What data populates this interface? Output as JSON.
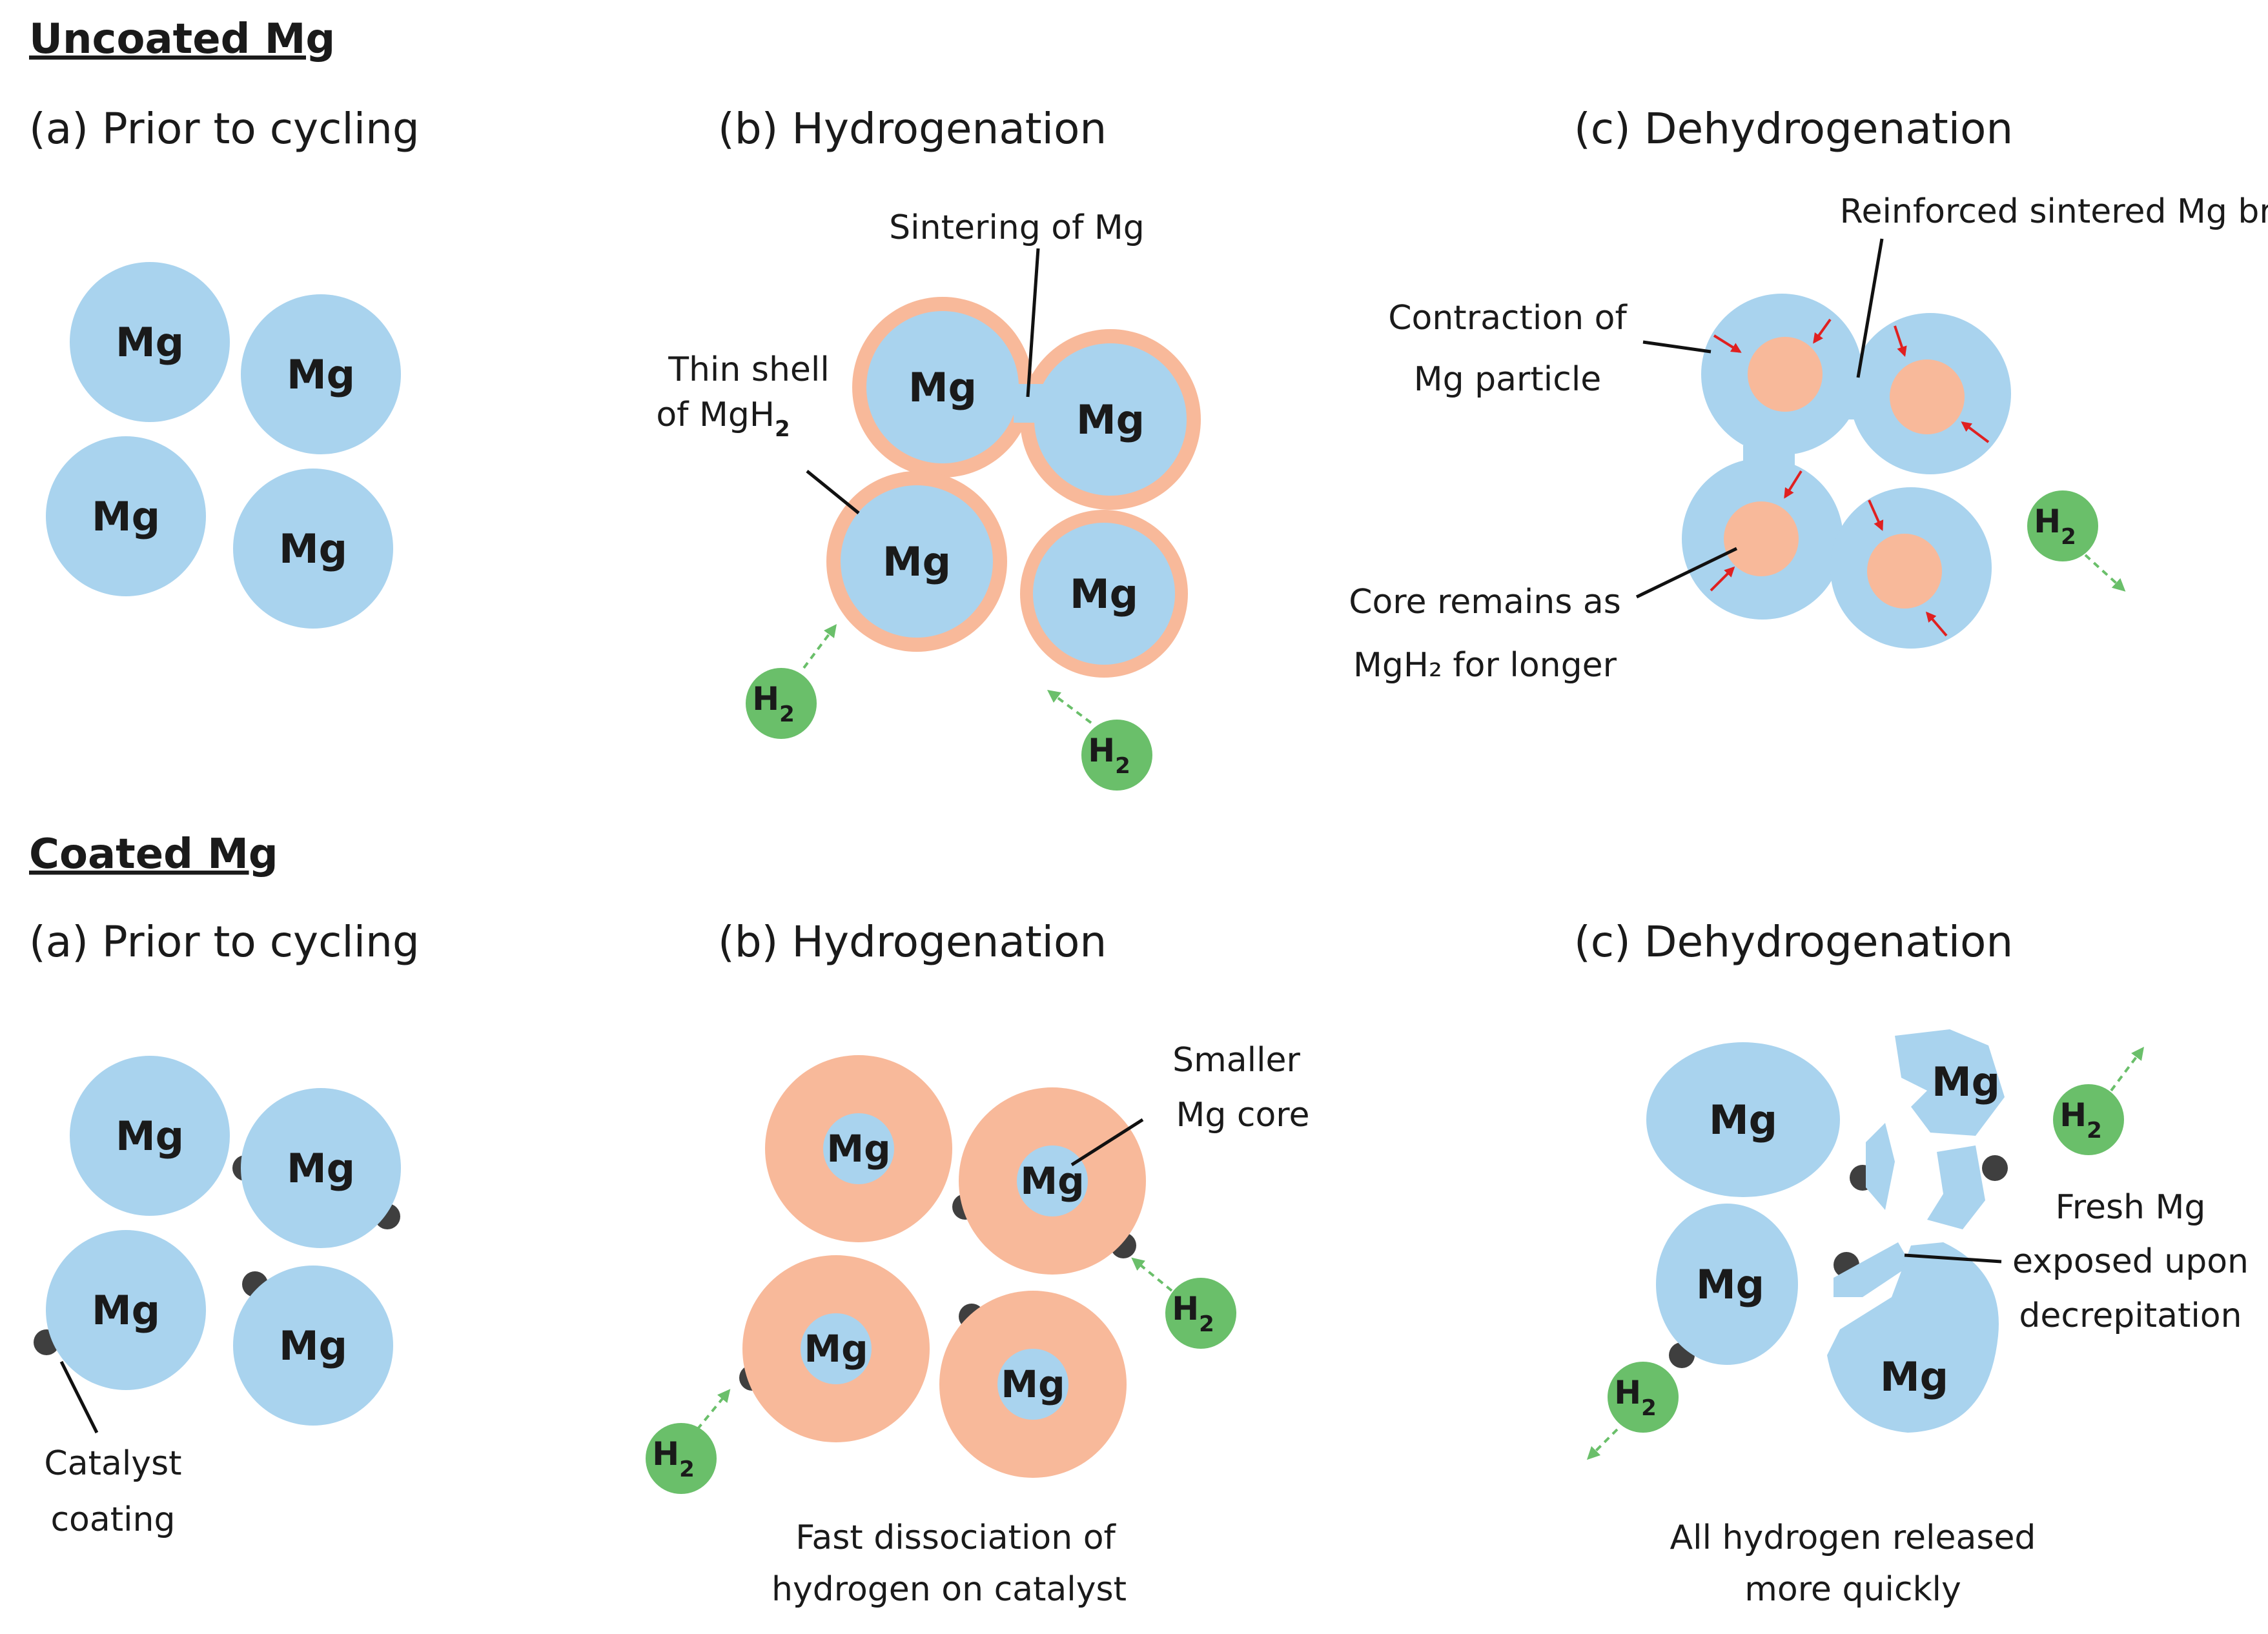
{
  "sections": {
    "uncoated": {
      "title": "Uncoated Mg"
    },
    "coated": {
      "title": "Coated Mg"
    }
  },
  "panels": {
    "a": "(a) Prior to cycling",
    "b": "(b) Hydrogenation",
    "c": "(c) Dehydrogenation"
  },
  "particle_label": "Mg",
  "h2_label": {
    "base": "H",
    "sub": "2"
  },
  "annotations": {
    "sintering": "Sintering of Mg",
    "thin_shell_1": "Thin shell",
    "thin_shell_2": "of MgH",
    "thin_shell_sub": "2",
    "reinforced": "Reinforced sintered Mg bridges",
    "contraction_1": "Contraction of",
    "contraction_2": "Mg particle",
    "core_remains_1": "Core remains as",
    "core_remains_2": "MgH₂ for longer",
    "catalyst_1": "Catalyst",
    "catalyst_2": "coating",
    "smaller_core_1": "Smaller",
    "smaller_core_2": "Mg core",
    "fast_dissociation_1": "Fast dissociation of",
    "fast_dissociation_2": "hydrogen on catalyst",
    "fresh_mg_1": "Fresh Mg",
    "fresh_mg_2": "exposed upon",
    "fresh_mg_3": "decrepitation",
    "all_hydrogen_1": "All hydrogen released",
    "all_hydrogen_2": "more quickly"
  },
  "colors": {
    "mg_particle": "#a9d3ee",
    "mgh2_shell": "#f8b99a",
    "h2_molecule": "#6abf6a",
    "catalyst": "#3f3f3f",
    "contraction_arrow": "#e02020"
  }
}
